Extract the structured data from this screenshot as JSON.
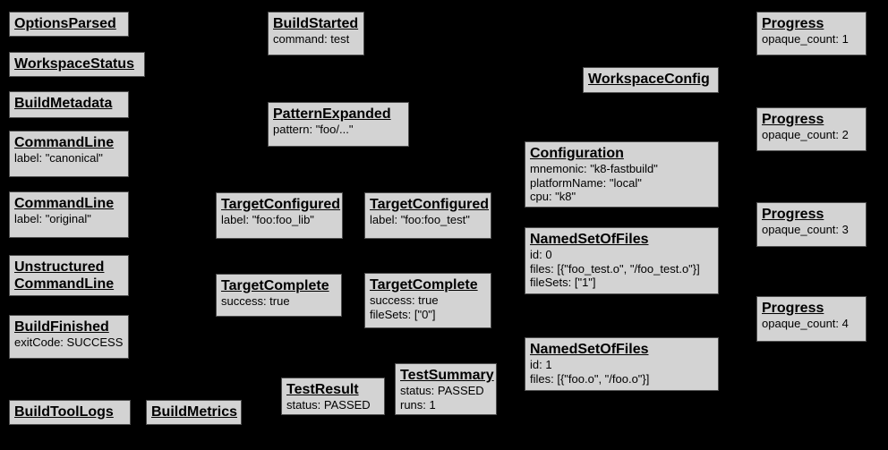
{
  "diagram": {
    "background_color": "#000000",
    "node_fill_color": "#d3d3d3",
    "node_border_color": "#4e4e4e",
    "node_text_color": "#000000",
    "nodes": [
      {
        "id": "options-parsed",
        "title": "OptionsParsed",
        "lines": []
      },
      {
        "id": "workspace-status",
        "title": "WorkspaceStatus",
        "lines": []
      },
      {
        "id": "build-metadata",
        "title": "BuildMetadata",
        "lines": []
      },
      {
        "id": "command-line-canonical",
        "title": "CommandLine",
        "lines": [
          "label: \"canonical\""
        ]
      },
      {
        "id": "command-line-original",
        "title": "CommandLine",
        "lines": [
          "label: \"original\""
        ]
      },
      {
        "id": "unstructured-command-line",
        "title": "Unstructured",
        "title2": "CommandLine",
        "lines": []
      },
      {
        "id": "build-finished",
        "title": "BuildFinished",
        "lines": [
          "exitCode: SUCCESS"
        ]
      },
      {
        "id": "build-tool-logs",
        "title": "BuildToolLogs",
        "lines": []
      },
      {
        "id": "build-metrics",
        "title": "BuildMetrics",
        "lines": []
      },
      {
        "id": "build-started",
        "title": "BuildStarted",
        "lines": [
          "command: test"
        ]
      },
      {
        "id": "pattern-expanded",
        "title": "PatternExpanded",
        "lines": [
          "pattern: \"foo/...\""
        ]
      },
      {
        "id": "target-configured-foo-lib",
        "title": "TargetConfigured",
        "lines": [
          "label: \"foo:foo_lib\""
        ]
      },
      {
        "id": "target-configured-foo-test",
        "title": "TargetConfigured",
        "lines": [
          "label: \"foo:foo_test\""
        ]
      },
      {
        "id": "target-complete-foo-lib",
        "title": "TargetComplete",
        "lines": [
          "success: true"
        ]
      },
      {
        "id": "target-complete-foo-test",
        "title": "TargetComplete",
        "lines": [
          "success: true",
          "fileSets: [\"0\"]"
        ]
      },
      {
        "id": "test-result",
        "title": "TestResult",
        "lines": [
          "status: PASSED"
        ]
      },
      {
        "id": "test-summary",
        "title": "TestSummary",
        "lines": [
          "status: PASSED",
          "runs: 1"
        ]
      },
      {
        "id": "workspace-config",
        "title": "WorkspaceConfig",
        "lines": []
      },
      {
        "id": "configuration",
        "title": "Configuration",
        "lines": [
          "mnemonic: \"k8-fastbuild\"",
          "platformName: \"local\"",
          "cpu: \"k8\""
        ]
      },
      {
        "id": "named-set-of-files-0",
        "title": "NamedSetOfFiles",
        "lines": [
          "id: 0",
          "files: [{\"foo_test.o\", \"/foo_test.o\"}]",
          "fileSets: [\"1\"]"
        ]
      },
      {
        "id": "named-set-of-files-1",
        "title": "NamedSetOfFiles",
        "lines": [
          "id: 1",
          "files: [{\"foo.o\", \"/foo.o\"}]"
        ]
      },
      {
        "id": "progress-1",
        "title": "Progress",
        "lines": [
          "opaque_count: 1"
        ]
      },
      {
        "id": "progress-2",
        "title": "Progress",
        "lines": [
          "opaque_count: 2"
        ]
      },
      {
        "id": "progress-3",
        "title": "Progress",
        "lines": [
          "opaque_count: 3"
        ]
      },
      {
        "id": "progress-4",
        "title": "Progress",
        "lines": [
          "opaque_count: 4"
        ]
      }
    ]
  }
}
